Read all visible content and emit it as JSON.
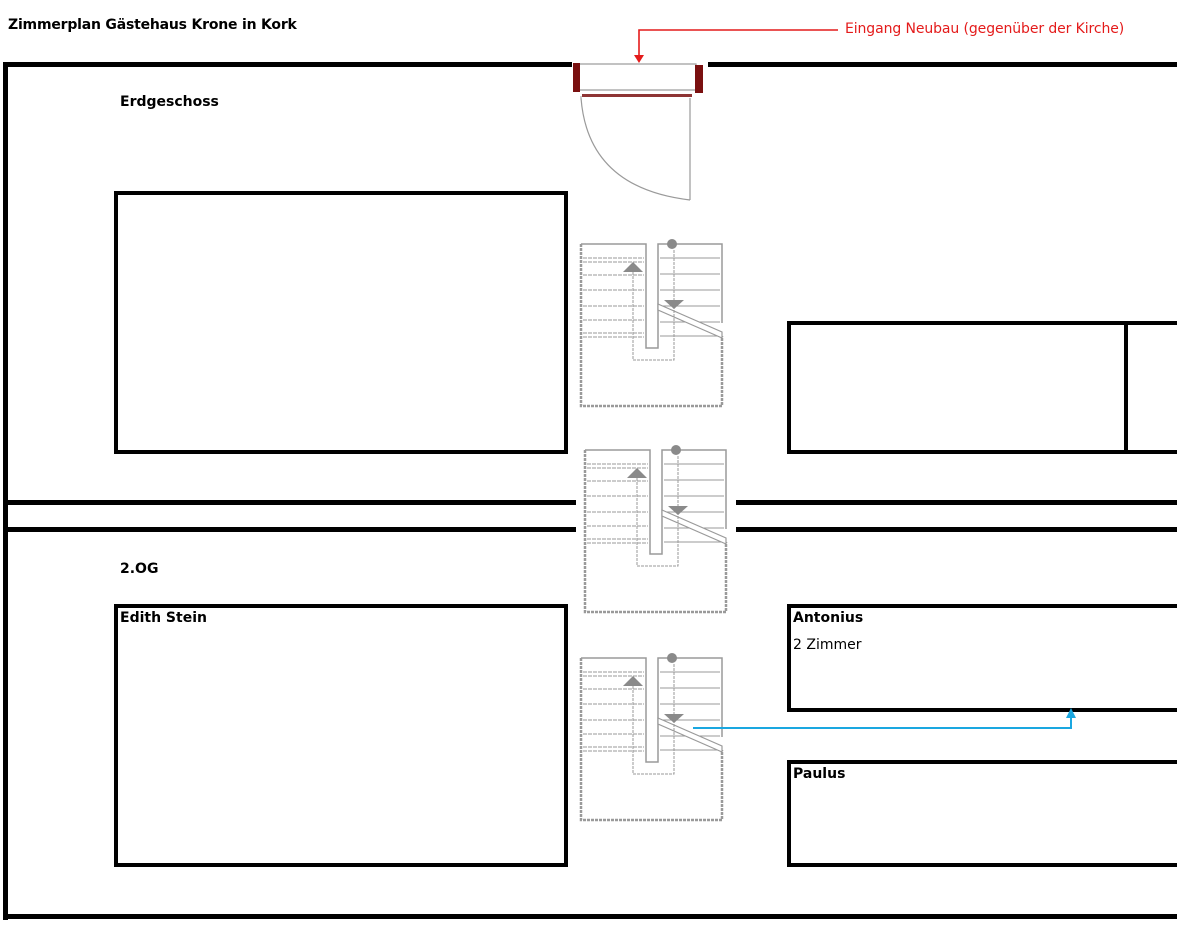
{
  "title": "Zimmerplan Gästehaus Krone in Kork",
  "entrance": {
    "label": "Eingang Neubau (gegenüber der Kirche)",
    "arrow_color": "#e41b1b"
  },
  "floors": [
    {
      "label": "Erdgeschoss",
      "rooms": [
        {
          "name": "",
          "sub": ""
        },
        {
          "name": "",
          "sub": ""
        },
        {
          "name": "",
          "sub": ""
        }
      ]
    },
    {
      "label": "2.OG",
      "rooms": [
        {
          "name": "Edith Stein",
          "sub": ""
        },
        {
          "name": "Antonius",
          "sub": "2 Zimmer"
        },
        {
          "name": "Paulus",
          "sub": ""
        }
      ]
    }
  ],
  "path_color": "#1aa7e0",
  "colors": {
    "wall": "#000000",
    "door_frame": "#7a1010",
    "stair_line": "#9a9a9a",
    "stair_arrow": "#8a8a8a"
  }
}
